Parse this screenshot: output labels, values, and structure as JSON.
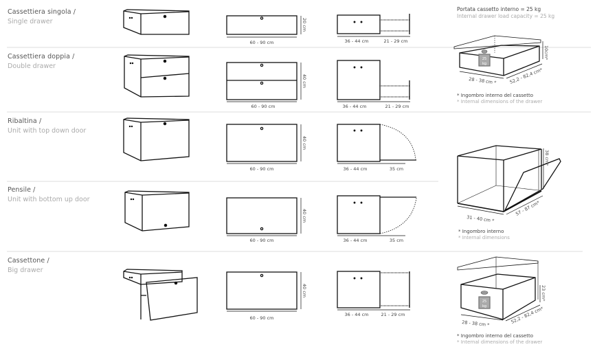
{
  "rows": [
    {
      "title_it": "Cassettiera singola /",
      "title_en": "Single drawer",
      "width": "60 - 90 cm",
      "height": "20 cm",
      "depth": "36 - 44 cm",
      "extension": "21 - 29 cm"
    },
    {
      "title_it": "Cassettiera doppia /",
      "title_en": "Double drawer",
      "width": "60 - 90 cm",
      "height": "40 cm",
      "depth": "36 - 44 cm",
      "extension": "21 - 29 cm"
    },
    {
      "title_it": "Ribaltina /",
      "title_en": "Unit with top down door",
      "width": "60 - 90 cm",
      "height": "40 cm",
      "depth": "36 - 44 cm",
      "extension": "35 cm"
    },
    {
      "title_it": "Pensile /",
      "title_en": "Unit with bottom up door",
      "width": "60 - 90 cm",
      "height": "40 cm",
      "depth": "36 - 44 cm",
      "extension": "35 cm"
    },
    {
      "title_it": "Cassettone /",
      "title_en": "Big drawer",
      "width": "60 - 90 cm",
      "height": "40 cm",
      "depth": "36 - 44 cm",
      "extension": "21 - 29 cm"
    }
  ],
  "right": {
    "capacity_it": "Portata cassetto interno = 25 kg",
    "capacity_en": "Internal drawer load capacity = 25 kg",
    "drawer1": {
      "w": "28 - 38 cm *",
      "d": "52,2 - 82,4 cm*",
      "h": "10cm*",
      "weight": "25",
      "unit": "kg"
    },
    "note_drawer_it": "* Ingombro interno del cassetto",
    "note_drawer_en": "* Internal dimensions of the drawer",
    "door": {
      "w": "31 - 40 cm *",
      "d": "57 - 87 cm*",
      "h": "38 cm*"
    },
    "note_door_it": "* Ingombro interno",
    "note_door_en": "* Internal dimensions",
    "drawer2": {
      "w": "28 - 38 cm *",
      "d": "52,2 - 82,4 cm*",
      "h": "23 cm*",
      "weight": "25",
      "unit": "kg"
    },
    "note_drawer2_it": "* Ingombro interno del cassetto",
    "note_drawer2_en": "* Internal dimensions of the drawer"
  }
}
